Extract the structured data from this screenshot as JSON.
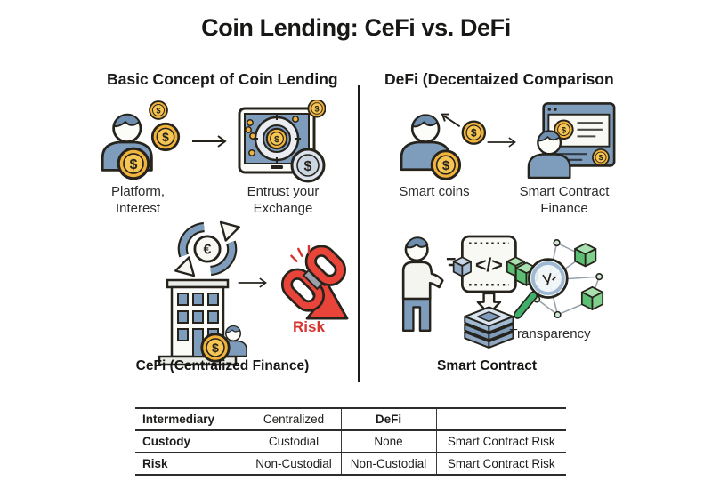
{
  "title": "Coin Lending: CeFi vs. DeFi",
  "left_panel": {
    "heading": "Basic Concept of Coin Lending",
    "step1_label": "Platform, Interest",
    "step2_label": "Entrust your Exchange",
    "risk_label": "Risk",
    "caption": "CeFi (Centralized Finance)"
  },
  "right_panel": {
    "heading": "DeFi (Decentaized Comparison",
    "step1_label": "Smart coins",
    "step2_label": "Smart Contract Finance",
    "transparency_label": "Transparency",
    "caption": "Smart Contract"
  },
  "comparison_table": {
    "rows": [
      {
        "header": "Intermediary",
        "cells": [
          "Centralized",
          "DeFi",
          ""
        ]
      },
      {
        "header": "Custody",
        "cells": [
          "Custodial",
          "None",
          "Smart Contract Risk"
        ]
      },
      {
        "header": "Risk",
        "cells": [
          "Non-Custodial",
          "Non-Custodial",
          "Smart Contract Risk"
        ]
      }
    ]
  },
  "icons": [
    "person-coins-icon",
    "arrow-right-icon",
    "trading-screen-icon",
    "currency-cycle-icon",
    "bank-building-icon",
    "broken-chain-risk-icon",
    "person-receive-coin-icon",
    "defi-browser-icon",
    "standing-person-icon",
    "smart-contract-code-icon",
    "blockchain-stack-icon",
    "transparency-magnifier-icon"
  ],
  "colors": {
    "text_dark": "#1C1C1A",
    "outline": "#26231C",
    "figure_blue": "#7E9CBB",
    "hair_blue": "#6E8FAF",
    "coin_gold": "#F2B33C",
    "coin_gold_inner": "#F6C654",
    "risk_red": "#D7342E",
    "chain_red": "#E8443A",
    "cube_green": "#7ED08C",
    "handle_green": "#3FAE6A"
  }
}
